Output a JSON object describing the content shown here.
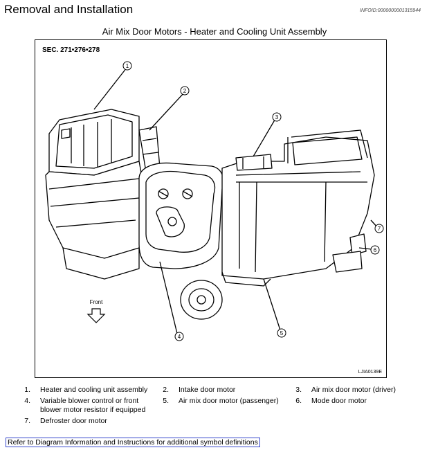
{
  "header": {
    "title": "Removal and Installation",
    "info_id": "INFOID:0000000001315944"
  },
  "diagram": {
    "caption": "Air Mix Door Motors - Heater and Cooling Unit Assembly",
    "section_ref": "SEC. 271•276•278",
    "front_label": "Front",
    "figure_id": "LJIA0139E",
    "callouts": [
      "1",
      "2",
      "3",
      "4",
      "5",
      "6",
      "7"
    ]
  },
  "legend": [
    {
      "num": "1.",
      "text": "Heater and cooling unit assembly"
    },
    {
      "num": "2.",
      "text": "Intake door motor"
    },
    {
      "num": "3.",
      "text": "Air mix door motor (driver)"
    },
    {
      "num": "4.",
      "text": "Variable blower control or front blower motor resistor if equipped"
    },
    {
      "num": "5.",
      "text": "Air mix door motor (passenger)"
    },
    {
      "num": "6.",
      "text": "Mode door motor"
    },
    {
      "num": "7.",
      "text": "Defroster door motor"
    }
  ],
  "footer": {
    "link_text": "Refer to Diagram Information and Instructions for additional symbol definitions"
  }
}
